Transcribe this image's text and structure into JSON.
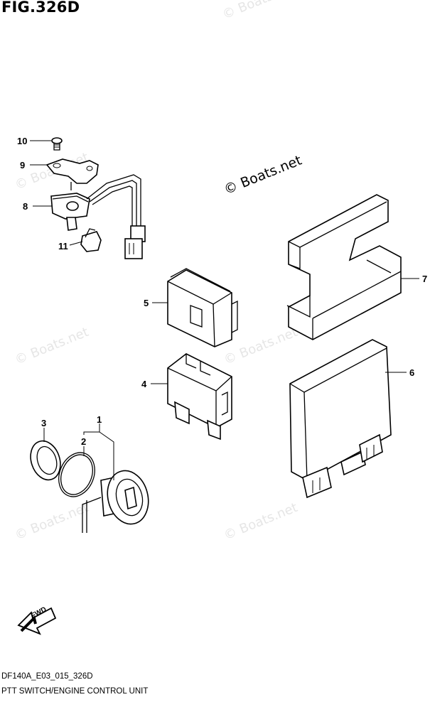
{
  "figure": {
    "title": "FIG.326D",
    "code": "DF140A_E03_015_326D",
    "caption": "PTT SWITCH/ENGINE CONTROL UNIT"
  },
  "watermark": {
    "main": "© Boats.net",
    "faint": "© Boats.net"
  },
  "callouts": [
    "10",
    "9",
    "8",
    "11",
    "5",
    "4",
    "3",
    "2",
    "1",
    "7",
    "6"
  ],
  "direction_label": "FWD"
}
